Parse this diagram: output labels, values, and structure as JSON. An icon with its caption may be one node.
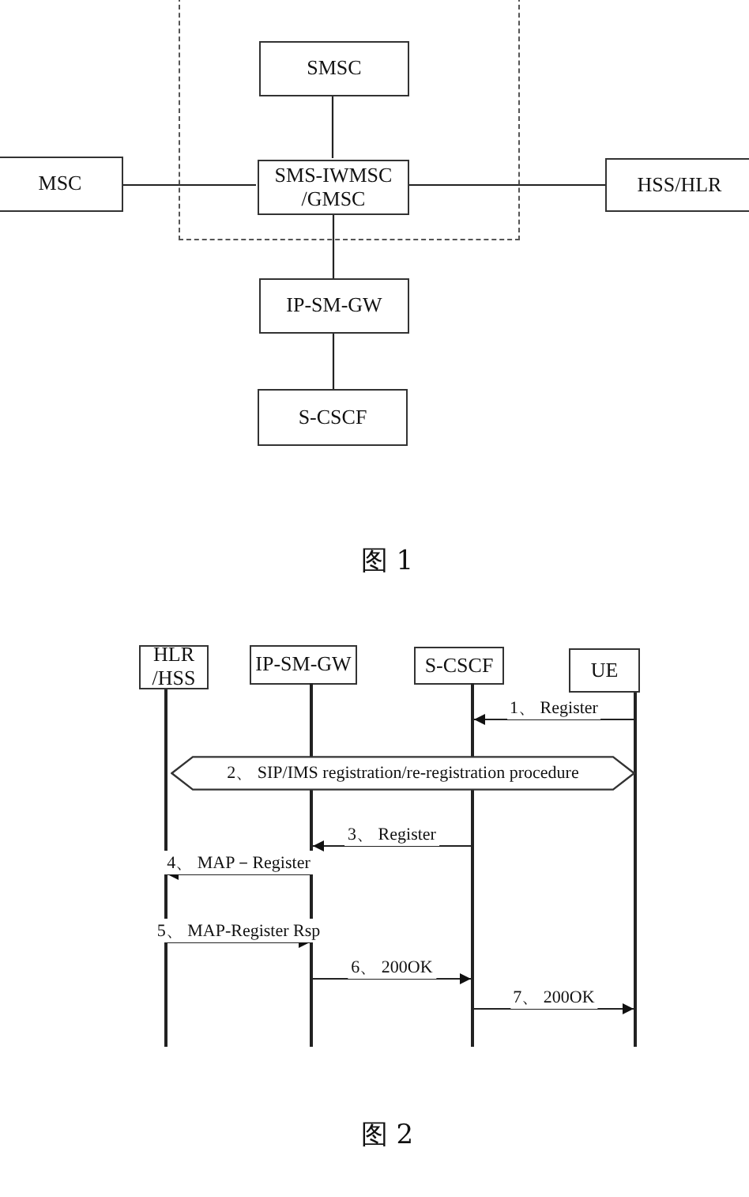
{
  "diagram": {
    "nodes": [
      {
        "text": [],
        "shape": "box"
      },
      {
        "text": [
          "SMSC"
        ],
        "in": 0
      },
      {
        "text": [
          "SMS-IWMSC /GMSC"
        ],
        "in": 0
      },
      {
        "text": [
          "MSC"
        ]
      },
      {
        "text": [
          "HSS/HLR"
        ]
      },
      {
        "text": [
          "IP-SM-GW"
        ]
      },
      {
        "text": [
          "S-CSCF"
        ]
      },
      {
        "text": [
          "HLR /HSS"
        ]
      },
      {
        "text": [
          "IP-SM-GW"
        ]
      },
      {
        "text": [
          "S-CSCF"
        ]
      },
      {
        "text": [
          "UE"
        ]
      },
      {
        "text": [],
        "shape": "bar"
      },
      {
        "text": [],
        "shape": "bar"
      },
      {
        "text": [],
        "shape": "bar"
      },
      {
        "text": [],
        "shape": "bar"
      },
      {
        "text": [
          "2、 SIP/IMS registration/re-registration procedure"
        ]
      }
    ],
    "edges": [
      {
        "from": 1,
        "to": 2,
        "arrow": "none"
      },
      {
        "from": 3,
        "to": 2,
        "arrow": "none"
      },
      {
        "from": 2,
        "to": 4,
        "arrow": "none"
      },
      {
        "from": 2,
        "to": 5,
        "arrow": "none"
      },
      {
        "from": 5,
        "to": 6,
        "arrow": "none"
      },
      {
        "from": 14,
        "to": 13,
        "arrow": "to",
        "label": "1、 Register"
      },
      {
        "from": 13,
        "to": 12,
        "arrow": "to",
        "label": "3、 Register"
      },
      {
        "from": 12,
        "to": 11,
        "arrow": "to",
        "label": "4、 MAP－Register"
      },
      {
        "from": 11,
        "to": 12,
        "arrow": "to",
        "label": "5、 MAP-Register Rsp"
      },
      {
        "from": 12,
        "to": 13,
        "arrow": "to",
        "label": "6、 200OK"
      },
      {
        "from": 13,
        "to": 14,
        "arrow": "to",
        "label": "7、 200OK"
      }
    ],
    "labels": [
      "图 1",
      "图 2"
    ]
  }
}
